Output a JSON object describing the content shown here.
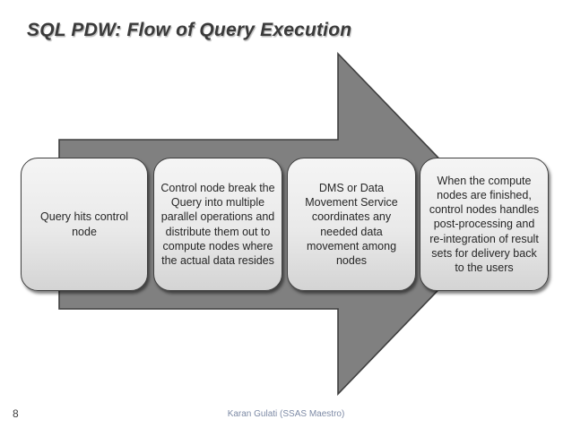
{
  "slide": {
    "title": "SQL PDW: Flow of Query Execution",
    "page_number": "8",
    "footer": "Karan Gulati (SSAS Maestro)"
  },
  "flow": {
    "arrow_direction": "right",
    "steps": [
      {
        "text": "Query hits control node"
      },
      {
        "text": "Control node break the  Query into multiple parallel operations and distribute them out to compute nodes where the actual data resides"
      },
      {
        "text": "DMS or Data Movement Service coordinates any needed data movement among nodes"
      },
      {
        "text": "When the compute nodes are finished, control nodes handles post-processing and re-integration of result sets for delivery back to the users"
      }
    ]
  },
  "colors": {
    "arrow_fill": "#808080",
    "arrow_border": "#3f3f3f",
    "box_fill_top": "#f5f5f5",
    "box_fill_bottom": "#d4d4d4",
    "box_border": "#3f3f3f",
    "title_color": "#3a3a3a",
    "text_color": "#262626",
    "footer_color": "#7d8aa5"
  }
}
